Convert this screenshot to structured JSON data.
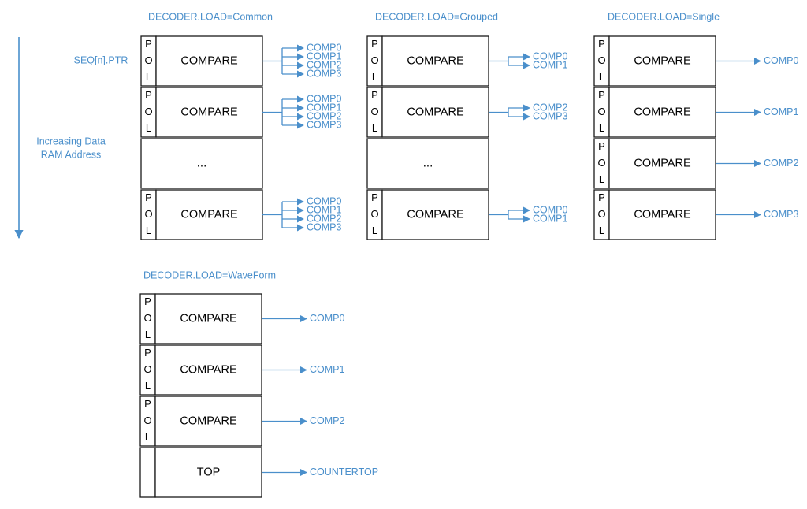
{
  "colors": {
    "accent": "#4a8fcb",
    "box_fill": "#ffffff",
    "box_stroke": "#1a1a1a",
    "text": "#000000"
  },
  "labels": {
    "seq_ptr": "SEQ[n].PTR",
    "address_line1": "Increasing Data",
    "address_line2": "RAM Address",
    "pol": [
      "P",
      "O",
      "L"
    ],
    "compare": "COMPARE",
    "ellipsis": "...",
    "top": "TOP"
  },
  "panels": [
    {
      "id": "common",
      "title": "DECODER.LOAD=Common",
      "rows": [
        {
          "kind": "compare",
          "outputs": [
            "COMP0",
            "COMP1",
            "COMP2",
            "COMP3"
          ]
        },
        {
          "kind": "compare",
          "outputs": [
            "COMP0",
            "COMP1",
            "COMP2",
            "COMP3"
          ]
        },
        {
          "kind": "ellipsis",
          "outputs": []
        },
        {
          "kind": "compare",
          "outputs": [
            "COMP0",
            "COMP1",
            "COMP2",
            "COMP3"
          ]
        }
      ]
    },
    {
      "id": "grouped",
      "title": "DECODER.LOAD=Grouped",
      "rows": [
        {
          "kind": "compare",
          "outputs": [
            "COMP0",
            "COMP1"
          ]
        },
        {
          "kind": "compare",
          "outputs": [
            "COMP2",
            "COMP3"
          ]
        },
        {
          "kind": "ellipsis",
          "outputs": []
        },
        {
          "kind": "compare",
          "outputs": [
            "COMP0",
            "COMP1"
          ]
        }
      ]
    },
    {
      "id": "single",
      "title": "DECODER.LOAD=Single",
      "rows": [
        {
          "kind": "compare",
          "outputs": [
            "COMP0"
          ]
        },
        {
          "kind": "compare",
          "outputs": [
            "COMP1"
          ]
        },
        {
          "kind": "compare",
          "outputs": [
            "COMP2"
          ]
        },
        {
          "kind": "compare",
          "outputs": [
            "COMP3"
          ]
        }
      ]
    },
    {
      "id": "waveform",
      "title": "DECODER.LOAD=WaveForm",
      "rows": [
        {
          "kind": "compare",
          "outputs": [
            "COMP0"
          ]
        },
        {
          "kind": "compare",
          "outputs": [
            "COMP1"
          ]
        },
        {
          "kind": "compare",
          "outputs": [
            "COMP2"
          ]
        },
        {
          "kind": "top",
          "outputs": [
            "COUNTERTOP"
          ]
        }
      ]
    }
  ]
}
